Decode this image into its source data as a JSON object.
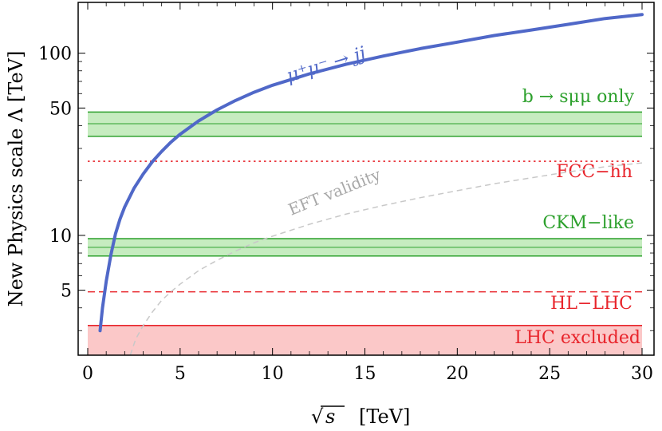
{
  "chart_data": {
    "type": "line",
    "title": "",
    "xlabel_radical": "√",
    "xlabel_var": "s",
    "xlabel_unit": "[TeV]",
    "ylabel": "New Physics scale  Λ  [TeV]",
    "xlim": [
      0,
      30
    ],
    "ylim_log": [
      2.2,
      190
    ],
    "yscale": "log",
    "x_ticks": [
      0,
      5,
      10,
      15,
      20,
      25,
      30
    ],
    "y_ticks": [
      5,
      10,
      50,
      100
    ],
    "curve": {
      "label": "μ⁺μ⁻ → jj",
      "color": "#5068c8",
      "x": [
        0.67,
        0.8,
        1.0,
        1.25,
        1.5,
        1.75,
        2,
        2.5,
        3,
        3.5,
        4,
        4.5,
        5,
        6,
        7,
        8,
        9,
        10,
        12,
        14,
        16,
        18,
        20,
        22,
        24,
        26,
        28,
        30
      ],
      "y": [
        3.0,
        4.0,
        5.6,
        7.8,
        10.2,
        12.3,
        14.3,
        18.1,
        21.7,
        25.4,
        28.9,
        32.5,
        35.9,
        42.5,
        48.9,
        55.0,
        61.0,
        66.7,
        77.0,
        87.0,
        96.5,
        106,
        115,
        125,
        134,
        144,
        155,
        163
      ]
    },
    "eft_validity": {
      "label": "EFT validity",
      "color": "#c8c8c8",
      "x": [
        2.3,
        2.6,
        3,
        3.5,
        4,
        4.5,
        5,
        6,
        7,
        8,
        9,
        10,
        12,
        14,
        16,
        18,
        20,
        22,
        24,
        26,
        28,
        30
      ],
      "y": [
        2.2,
        2.7,
        3.2,
        3.8,
        4.4,
        4.9,
        5.4,
        6.4,
        7.3,
        8.2,
        9.1,
        9.9,
        11.5,
        13.1,
        14.6,
        16.1,
        17.6,
        19.2,
        20.7,
        22.3,
        23.8,
        25.0
      ]
    },
    "bands": [
      {
        "label": "b → sμμ only",
        "color": "#2ca02c",
        "fill": "#c6ecc0",
        "y_low": 35,
        "y_mid": 41,
        "y_high": 47.5
      },
      {
        "label": "CKM−like",
        "color": "#2ca02c",
        "fill": "#c6ecc0",
        "y_low": 7.7,
        "y_mid": 8.6,
        "y_high": 9.6
      }
    ],
    "hlines": [
      {
        "label": "FCC−hh",
        "color": "#e8242b",
        "y": 25.5,
        "style": "dotted"
      },
      {
        "label": "HL−LHC",
        "color": "#e8242b",
        "y": 4.9,
        "style": "dashed"
      }
    ],
    "excluded": {
      "label": "LHC excluded",
      "color": "#e8242b",
      "fill": "#fbc8c8",
      "y": 3.2
    }
  }
}
